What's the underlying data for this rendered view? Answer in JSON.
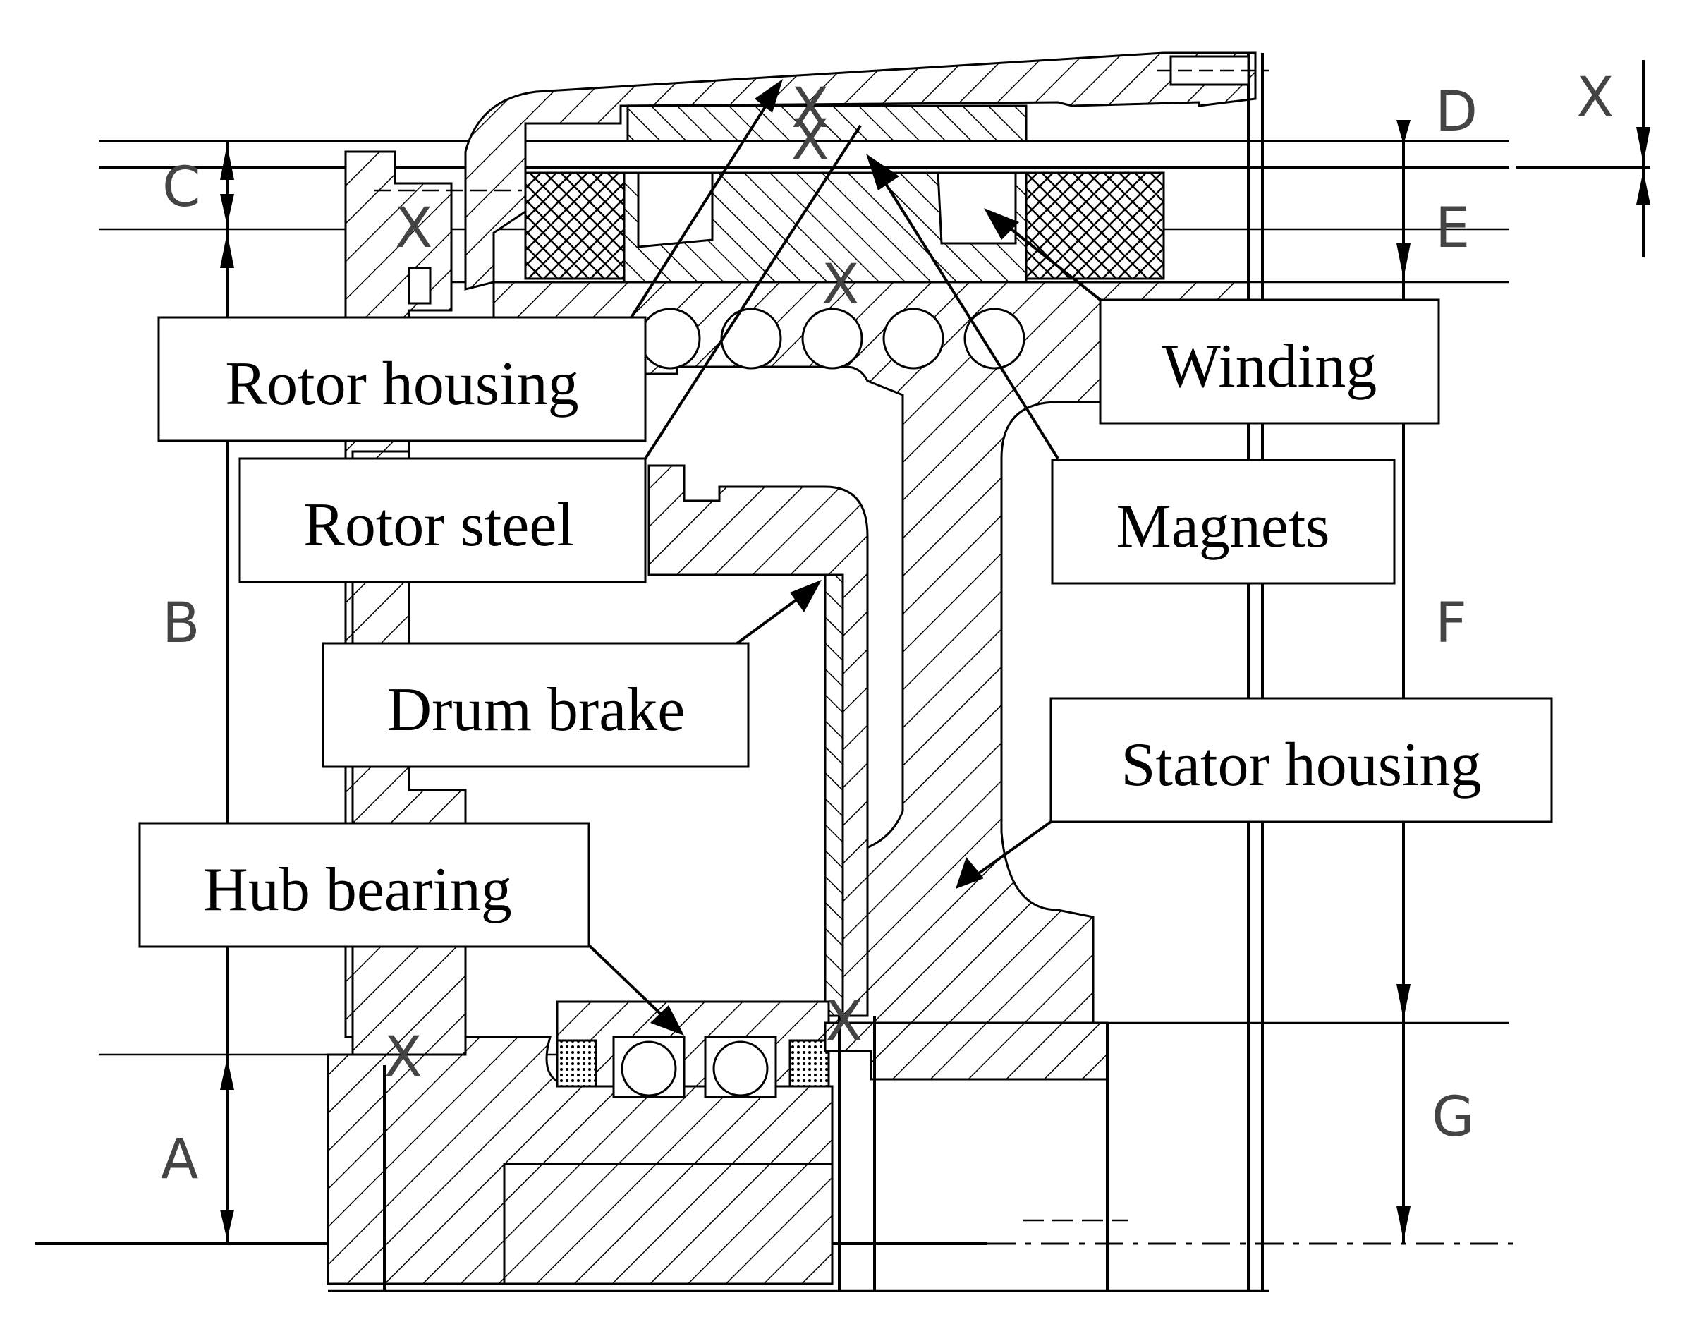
{
  "dimension_labels": {
    "A": "A",
    "B": "B",
    "C": "C",
    "D": "D",
    "E": "E",
    "F": "F",
    "G": "G",
    "X": "X"
  },
  "callouts": {
    "rotor_housing": "Rotor housing",
    "rotor_steel": "Rotor steel",
    "drum_brake": "Drum brake",
    "hub_bearing": "Hub bearing",
    "winding": "Winding",
    "magnets": "Magnets",
    "stator_housing": "Stator housing"
  },
  "weld_marks": [
    "X",
    "X",
    "X",
    "X",
    "X",
    "X"
  ],
  "colors": {
    "line": "#000000",
    "dimension_text": "#444444",
    "background": "#ffffff"
  }
}
